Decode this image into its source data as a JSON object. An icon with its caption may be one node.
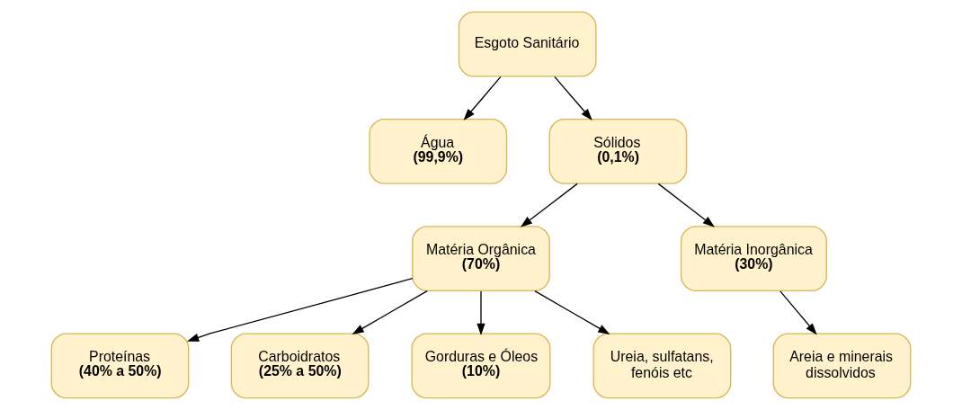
{
  "diagram": {
    "nodes": [
      {
        "text": [
          "Esgoto Sanitário"
        ]
      },
      {
        "text": [
          "Água",
          "(99,9%)"
        ]
      },
      {
        "text": [
          "Sólidos",
          "(0,1%)"
        ]
      },
      {
        "text": [
          "Matéria Orgânica",
          "(70%)"
        ]
      },
      {
        "text": [
          "Matéria Inorgânica",
          "(30%)"
        ]
      },
      {
        "text": [
          "Proteínas",
          "(40% a 50%)"
        ]
      },
      {
        "text": [
          "Carboidratos",
          "(25% a 50%)"
        ]
      },
      {
        "text": [
          "Gorduras e Óleos",
          "(10%)"
        ]
      },
      {
        "text": [
          "Ureia, sulfatans, fenóis etc"
        ]
      },
      {
        "text": [
          "Areia e minerais dissolvidos"
        ]
      }
    ],
    "edges": [
      {
        "from": 0,
        "to": 1,
        "arrow": "to"
      },
      {
        "from": 0,
        "to": 2,
        "arrow": "to"
      },
      {
        "from": 2,
        "to": 3,
        "arrow": "to"
      },
      {
        "from": 2,
        "to": 4,
        "arrow": "to"
      },
      {
        "from": 3,
        "to": 5,
        "arrow": "to"
      },
      {
        "from": 3,
        "to": 6,
        "arrow": "to"
      },
      {
        "from": 3,
        "to": 7,
        "arrow": "to"
      },
      {
        "from": 3,
        "to": 8,
        "arrow": "to"
      },
      {
        "from": 4,
        "to": 9,
        "arrow": "to"
      }
    ]
  }
}
